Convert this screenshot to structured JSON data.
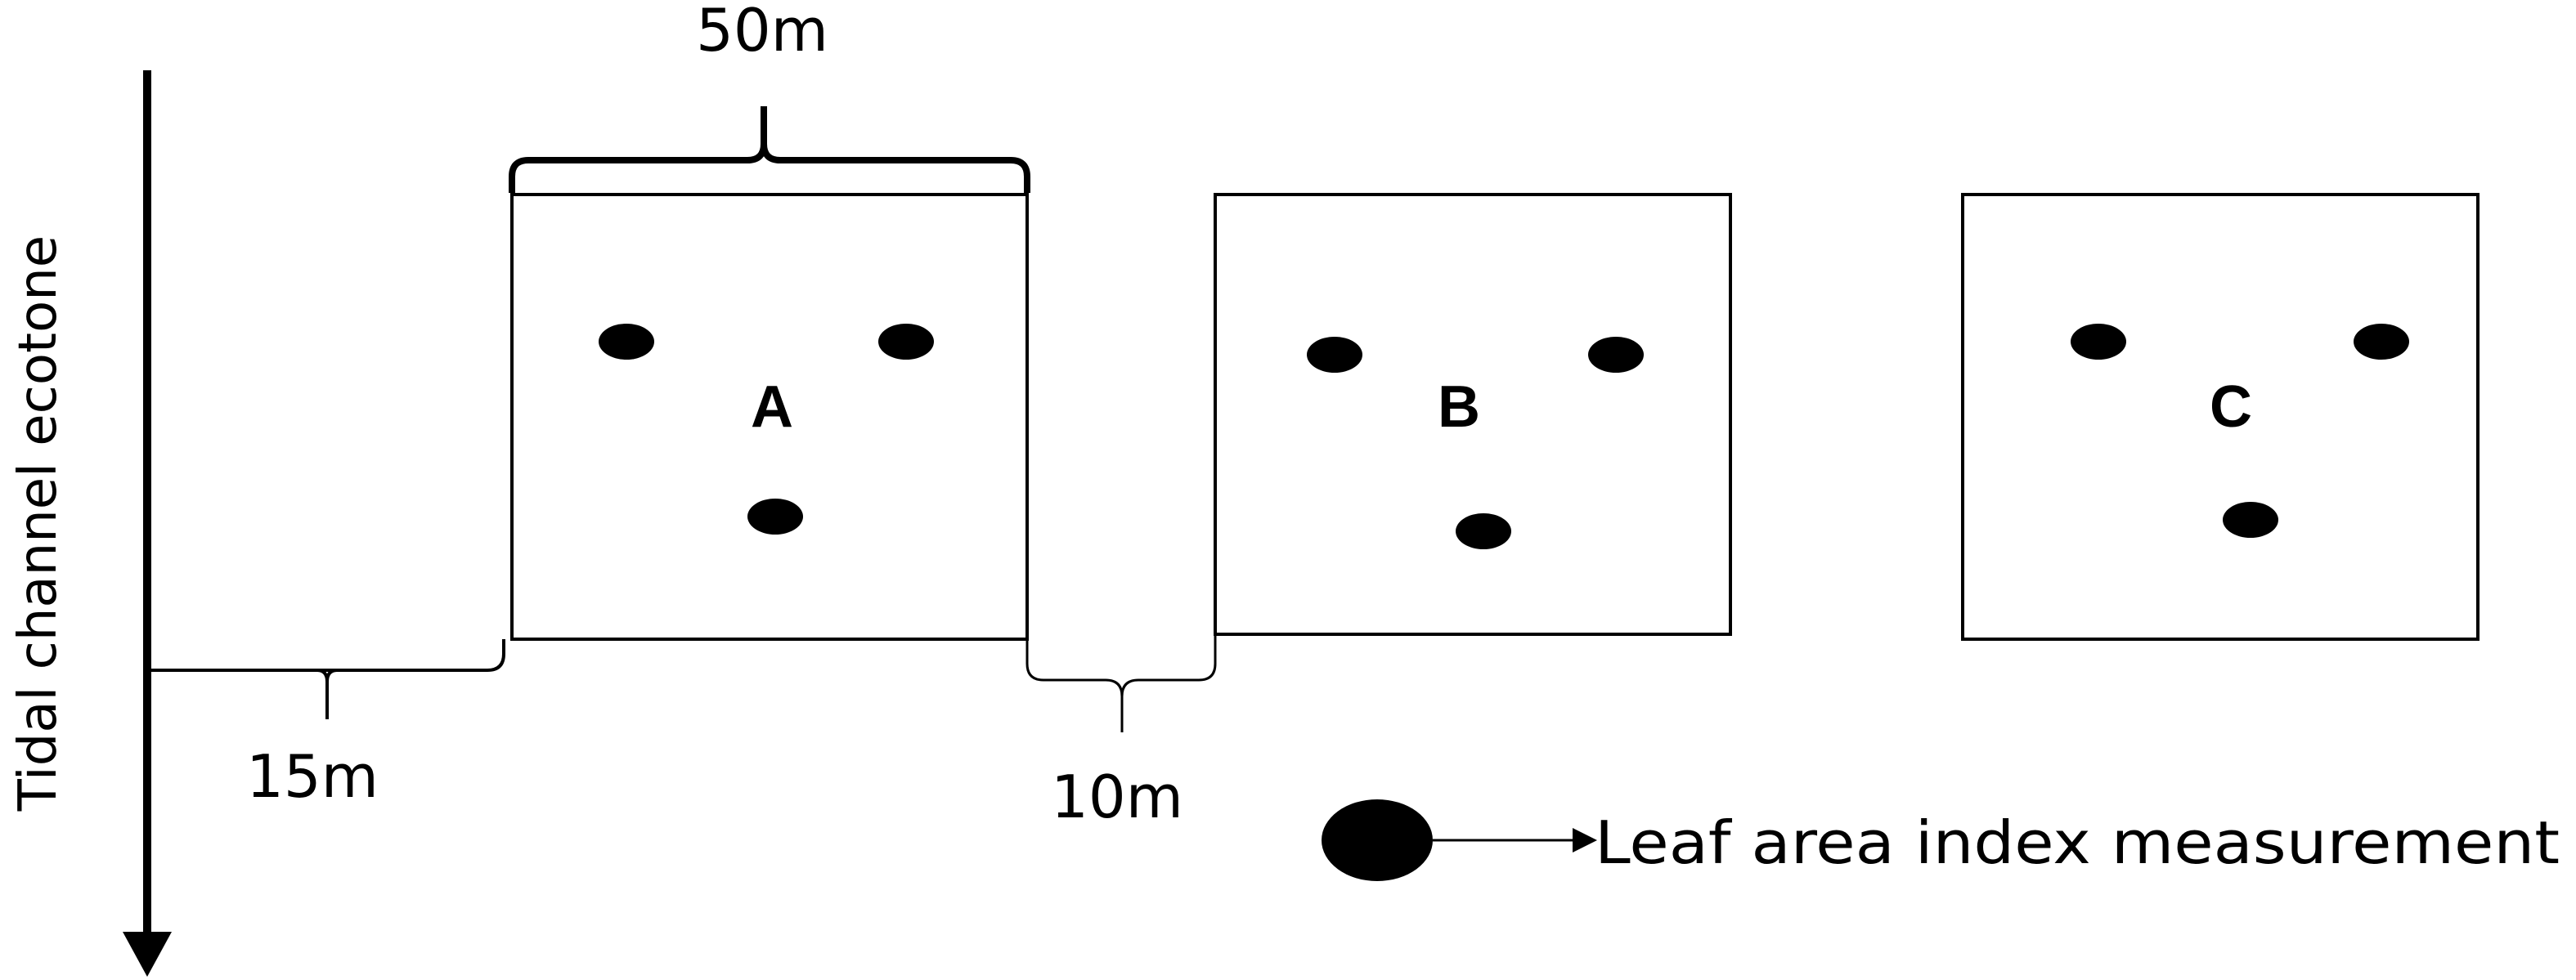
{
  "axis": {
    "label": "Tidal channel ecotone"
  },
  "dimensions": {
    "plot_width": "50m",
    "edge_offset": "15m",
    "plot_gap": "10m"
  },
  "plots": [
    {
      "label": "A",
      "measurement_points": 3
    },
    {
      "label": "B",
      "measurement_points": 3
    },
    {
      "label": "C",
      "measurement_points": 3
    }
  ],
  "legend": {
    "label": "Leaf area index measurement",
    "marker": "filled-ellipse"
  },
  "colors": {
    "ink": "#000000",
    "background": "#ffffff"
  }
}
